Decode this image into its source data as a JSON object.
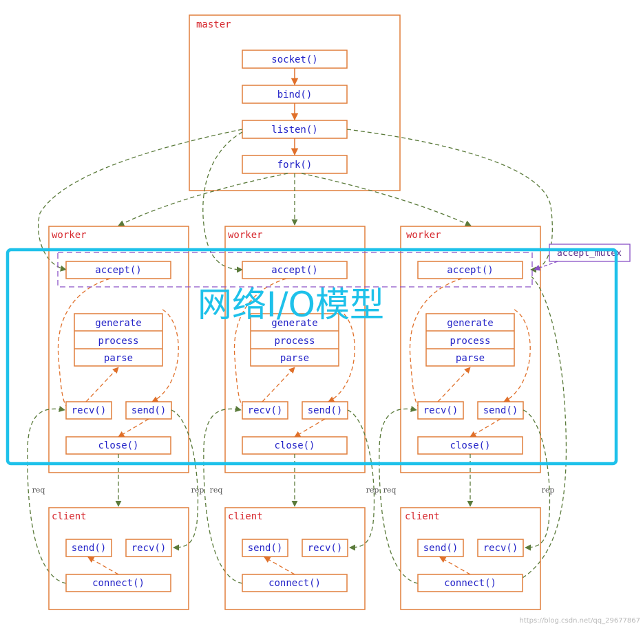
{
  "master": {
    "label": "master",
    "calls": [
      "socket()",
      "bind()",
      "listen()",
      "fork()"
    ]
  },
  "workers": [
    {
      "label": "worker",
      "accept": "accept()",
      "stack": [
        "generate",
        "process",
        "parse"
      ],
      "recv": "recv()",
      "send": "send()",
      "close": "close()",
      "req": "req",
      "rep": "rep"
    },
    {
      "label": "worker",
      "accept": "accept()",
      "stack": [
        "generate",
        "process",
        "parse"
      ],
      "recv": "recv()",
      "send": "send()",
      "close": "close()",
      "req": "req",
      "rep": "rep"
    },
    {
      "label": "worker",
      "accept": "accept()",
      "stack": [
        "generate",
        "process",
        "parse"
      ],
      "recv": "recv()",
      "send": "send()",
      "close": "close()",
      "req": "req",
      "rep": "rep"
    }
  ],
  "clients": [
    {
      "label": "client",
      "send": "send()",
      "recv": "recv()",
      "connect": "connect()"
    },
    {
      "label": "client",
      "send": "send()",
      "recv": "recv()",
      "connect": "connect()"
    },
    {
      "label": "client",
      "send": "send()",
      "recv": "recv()",
      "connect": "connect()"
    }
  ],
  "accept_mutex_label": "accept_mutex",
  "overlay_title": "网络I/O模型",
  "watermark": "https://blog.csdn.net/qq_29677867",
  "colors": {
    "box_border": "#e07f3c",
    "label_red": "#d6262c",
    "function_blue": "#2424c8",
    "flow_orange": "#e0702a",
    "dashed_green": "#5a7a3a",
    "mutex_purple": "#8a52c6",
    "highlight_cyan": "#1ec1ea"
  }
}
